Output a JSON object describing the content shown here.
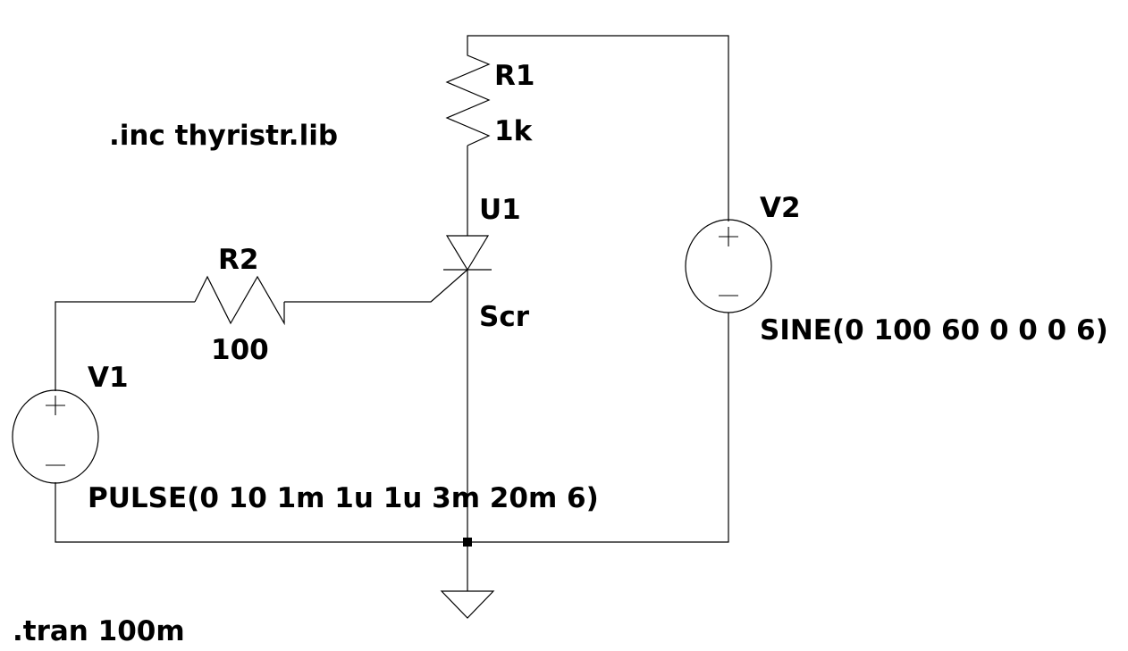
{
  "directives": {
    "include": ".inc thyristr.lib",
    "tran": ".tran 100m"
  },
  "components": {
    "r1": {
      "ref": "R1",
      "value": "1k"
    },
    "r2": {
      "ref": "R2",
      "value": "100"
    },
    "u1": {
      "ref": "U1",
      "value": "Scr"
    },
    "v1": {
      "ref": "V1",
      "value": "PULSE(0 10 1m 1u 1u 3m 20m 6)"
    },
    "v2": {
      "ref": "V2",
      "value": "SINE(0 100 60 0 0 0 6)"
    }
  }
}
